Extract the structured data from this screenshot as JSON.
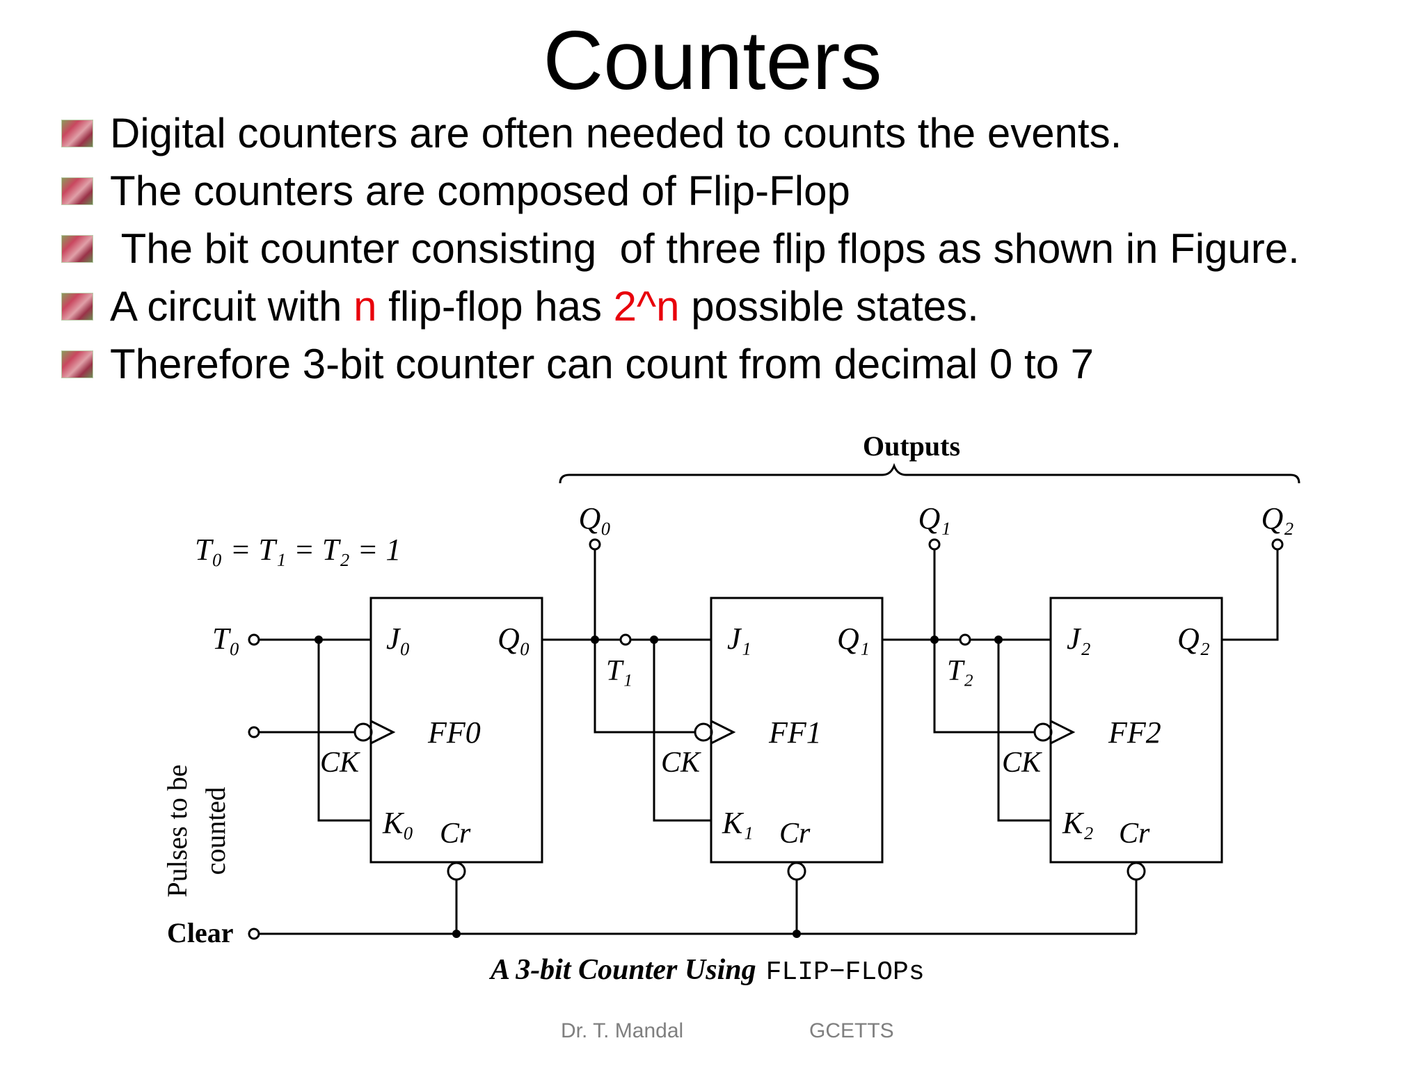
{
  "slide": {
    "title": "Counters",
    "bullets": [
      {
        "text": "Digital counters are often needed to counts the events."
      },
      {
        "text": "The counters are composed of Flip-Flop"
      },
      {
        "text": " The bit counter consisting  of three flip flops as shown in Figure."
      },
      {
        "pre": "A circuit with ",
        "hl1": "n",
        "mid": " flip-flop has ",
        "hl2": "2^n",
        "post": " possible states."
      },
      {
        "text": "Therefore 3-bit counter can count from decimal 0 to 7"
      }
    ],
    "highlight_color": "#e8000b",
    "bullet_icon": "flower-bullet-icon"
  },
  "diagram": {
    "outputs_label": "Outputs",
    "t_equation": "T₀ = T₁ = T₂ = 1",
    "t0_input": "T₀",
    "pulses_label_line1": "Pulses to be",
    "pulses_label_line2": "counted",
    "clear_label": "Clear",
    "output_labels": [
      "Q₀",
      "Q₁",
      "Q₂"
    ],
    "t_labels": [
      "T₁",
      "T₂"
    ],
    "flipflops": [
      {
        "name": "FF0",
        "j": "J₀",
        "k": "K₀",
        "q": "Q₀",
        "ck": "CK",
        "cr": "Cr"
      },
      {
        "name": "FF1",
        "j": "J₁",
        "k": "K₁",
        "q": "Q₁",
        "ck": "CK",
        "cr": "Cr"
      },
      {
        "name": "FF2",
        "j": "J₂",
        "k": "K₂",
        "q": "Q₂",
        "ck": "CK",
        "cr": "Cr"
      }
    ],
    "caption_italic": "A 3-bit Counter Using",
    "caption_mono": "FLIP−FLOPs"
  },
  "footer": {
    "author": "Dr. T. Mandal",
    "institute": "GCETTS"
  }
}
